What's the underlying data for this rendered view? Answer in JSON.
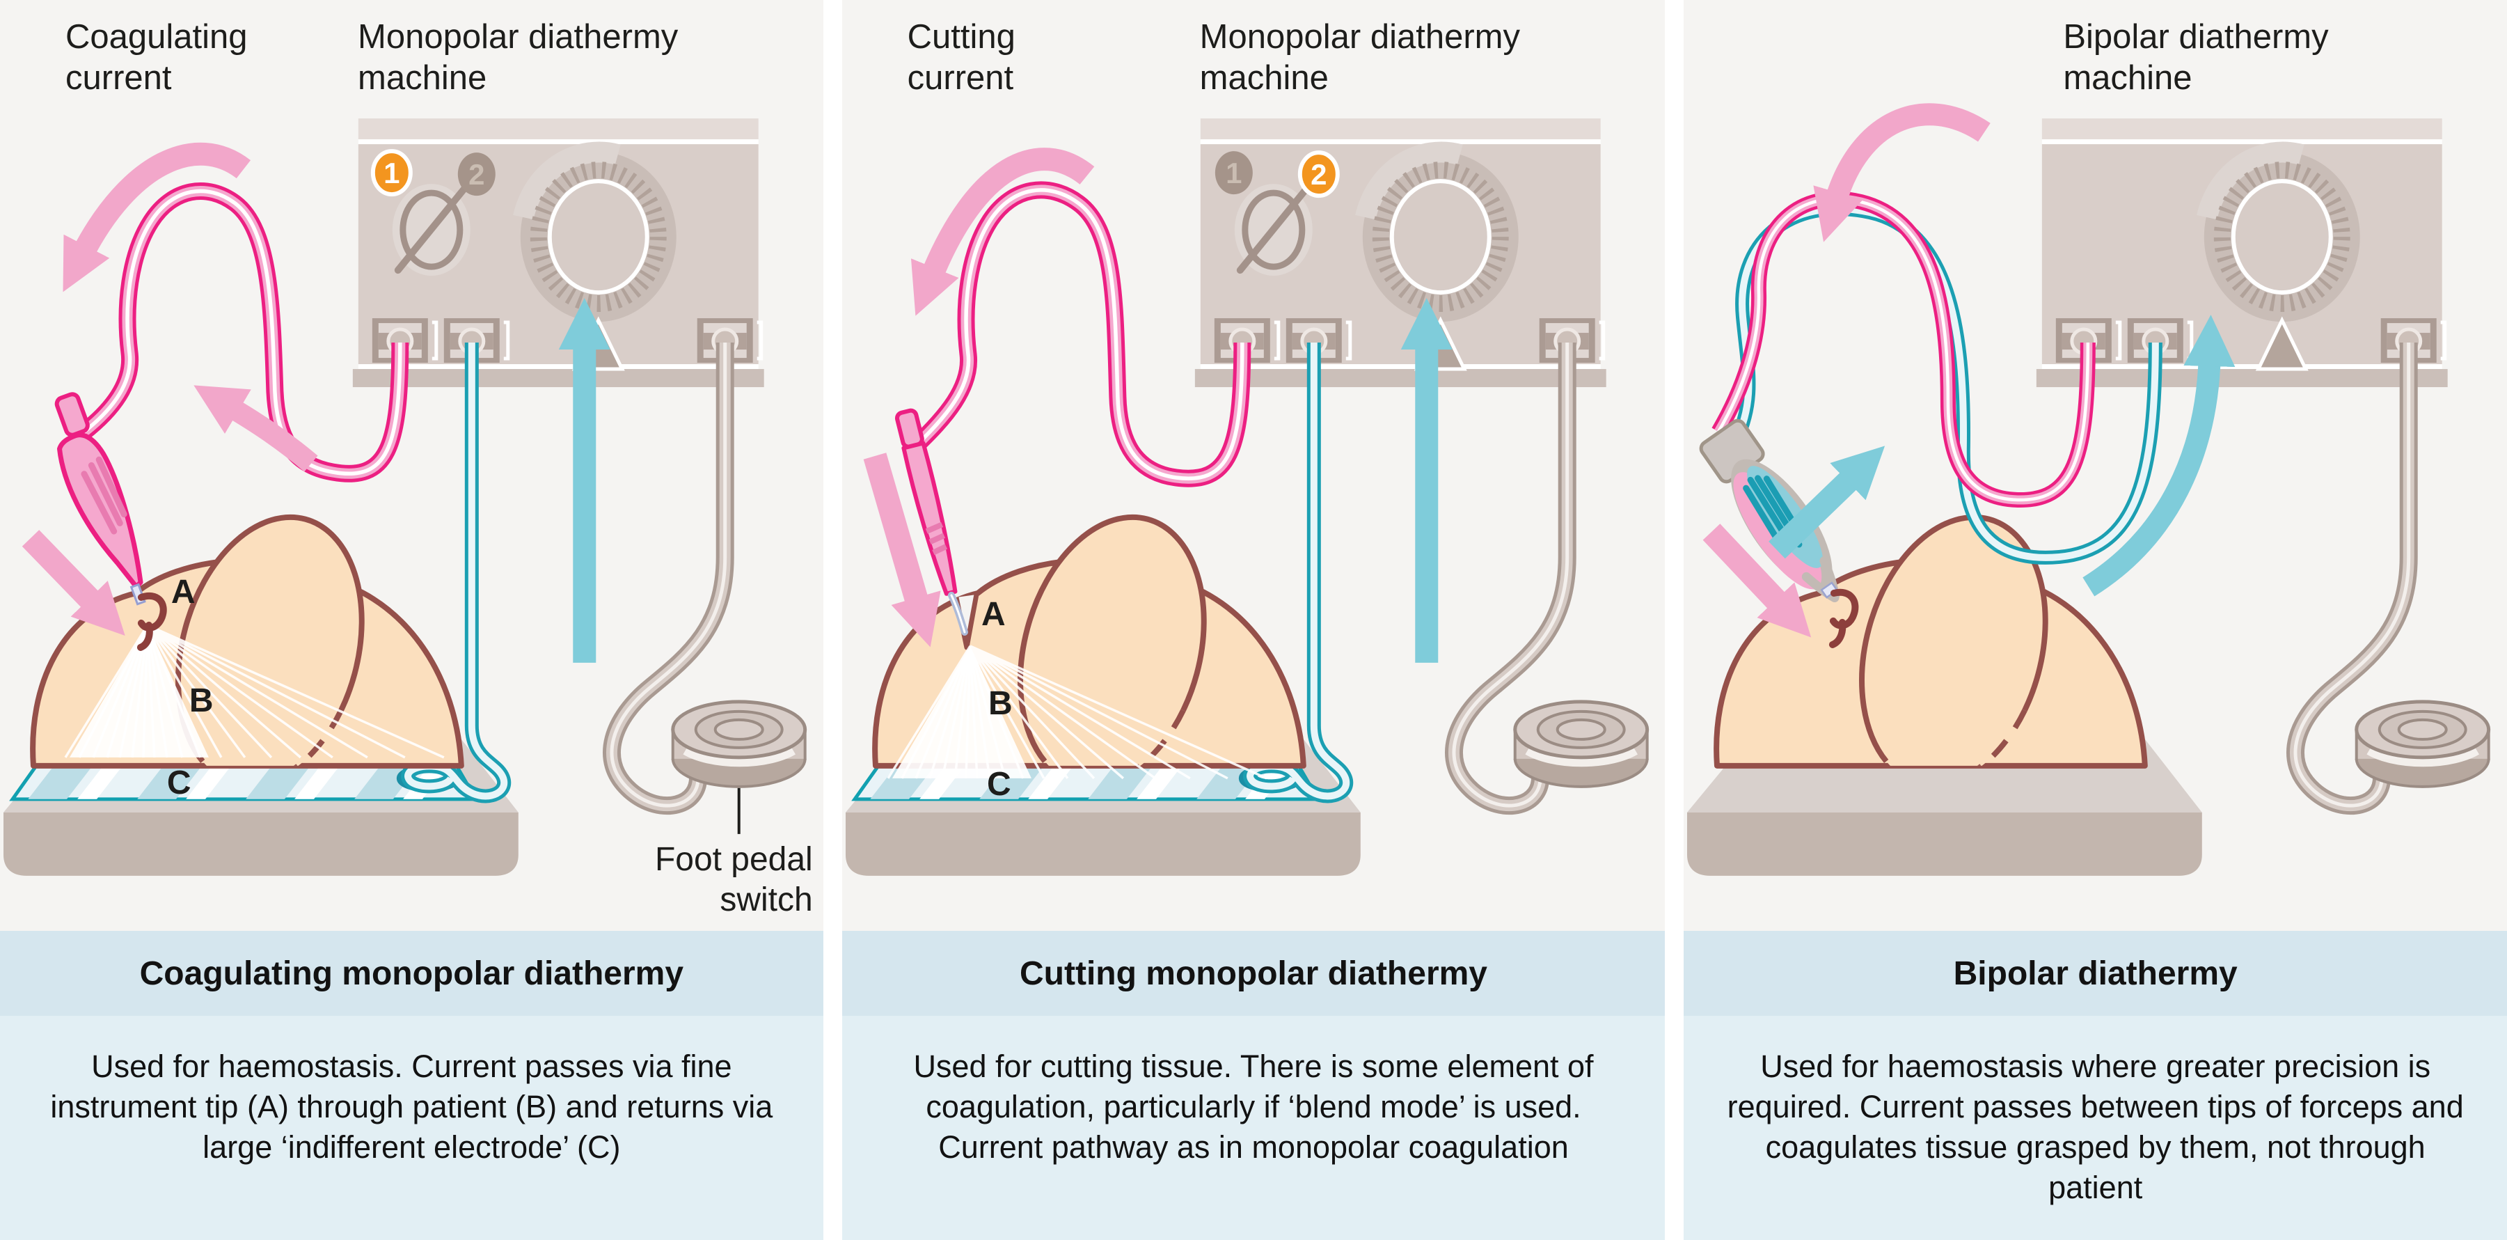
{
  "colors": {
    "background": "#f5f4f2",
    "divider": "#ffffff",
    "title_band": "#d5e6ee",
    "description_band": "#e2eff4",
    "machine_body": "#d9cec9",
    "machine_trim": "#b1a29a",
    "active_button_orange": "#f3951f",
    "inactive_button": "#a5948a",
    "active_cable_pink": "#ec1f82",
    "return_cable_teal": "#1b9fb2",
    "arrow_pink": "#f2a7ca",
    "arrow_teal": "#7fccda",
    "skin": "#fbdfbe",
    "skin_outline": "#95504a",
    "electrode_plate_blue": "#e9f3f7",
    "pedal_cable_beige": "#d6cbc5",
    "text": "#1d1d1b"
  },
  "panels": [
    {
      "id": "coagulating-monopolar",
      "current_label_line1": "Coagulating",
      "current_label_line2": "current",
      "machine_label_line1": "Monopolar diathermy",
      "machine_label_line2": "machine",
      "selector_button_1": "1",
      "selector_button_2": "2",
      "active_selector": "1",
      "point_a": "A",
      "point_b": "B",
      "point_c": "C",
      "foot_pedal_label_line1": "Foot pedal",
      "foot_pedal_label_line2": "switch",
      "title": "Coagulating monopolar diathermy",
      "description": "Used for haemostasis. Current passes via fine instrument tip (A) through patient (B) and returns via large ‘indifferent electrode’ (C)"
    },
    {
      "id": "cutting-monopolar",
      "current_label_line1": "Cutting",
      "current_label_line2": "current",
      "machine_label_line1": "Monopolar diathermy",
      "machine_label_line2": "machine",
      "selector_button_1": "1",
      "selector_button_2": "2",
      "active_selector": "2",
      "point_a": "A",
      "point_b": "B",
      "point_c": "C",
      "title": "Cutting monopolar diathermy",
      "description": "Used for cutting tissue. There is some element of coagulation, particularly if ‘blend mode’ is used. Current pathway as in monopolar coagulation"
    },
    {
      "id": "bipolar",
      "machine_label_line1": "Bipolar diathermy",
      "machine_label_line2": "machine",
      "title": "Bipolar diathermy",
      "description": "Used for haemostasis where greater precision is required. Current passes between tips of forceps and coagulates tissue grasped by them, not through patient"
    }
  ]
}
